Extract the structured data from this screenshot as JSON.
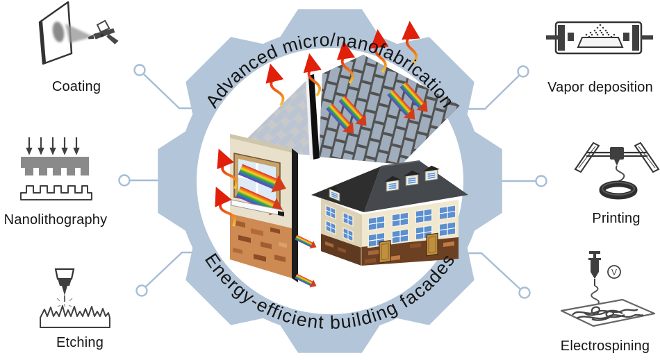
{
  "figure": {
    "title_top": "Advanced micro/nanofabrication",
    "title_bottom": "Energy-efficient building facades"
  },
  "methods": [
    {
      "id": "coating",
      "label": "Coating",
      "icon": "airbrush-spray-icon"
    },
    {
      "id": "vapor-deposition",
      "label": "Vapor deposition",
      "icon": "vacuum-chamber-icon"
    },
    {
      "id": "nanolithography",
      "label": "Nanolithography",
      "icon": "imprint-stamp-icon"
    },
    {
      "id": "printing",
      "label": "Printing",
      "icon": "printer-gantry-icon"
    },
    {
      "id": "etching",
      "label": "Etching",
      "icon": "etching-tool-icon"
    },
    {
      "id": "electrospining",
      "label": "Electrospining",
      "icon": "syringe-voltage-icon",
      "voltage_symbol": "V"
    }
  ],
  "center": {
    "illustrations": [
      "cool-roof-tiles",
      "insulated-wall-window",
      "energy-efficient-building"
    ]
  },
  "colors": {
    "gear": "#b3c5d8",
    "connector": "#a6bdd5",
    "icon_stroke": "#3f3f3f",
    "text": "#151515"
  }
}
